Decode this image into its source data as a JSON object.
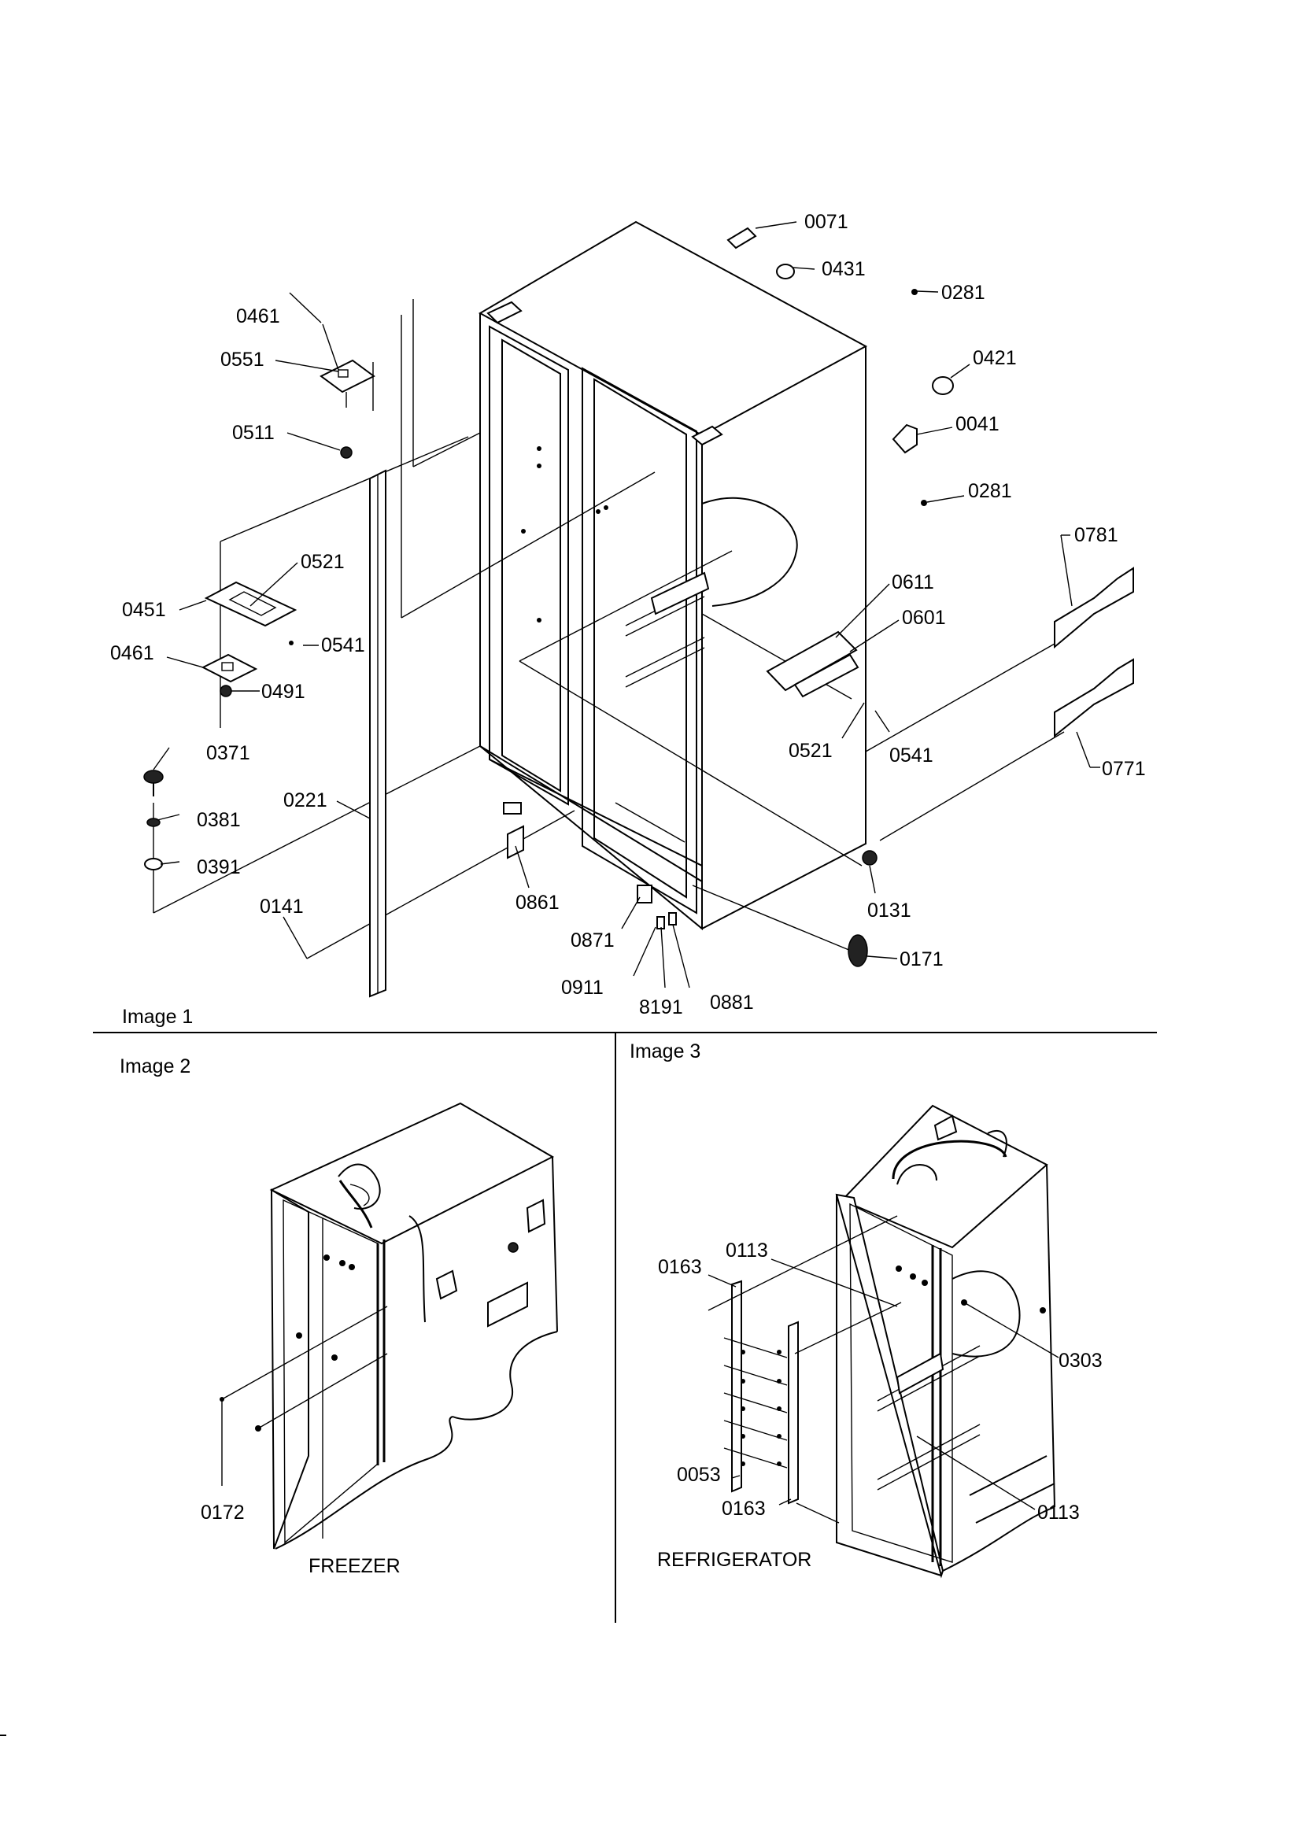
{
  "sections": {
    "image1": "Image 1",
    "image2": "Image 2",
    "image3": "Image 3"
  },
  "captions": {
    "freezer": "FREEZER",
    "refrigerator": "REFRIGERATOR"
  },
  "labels": {
    "p0071": "0071",
    "p0431": "0431",
    "p0281_top": "0281",
    "p0421": "0421",
    "p0041": "0041",
    "p0281_mid": "0281",
    "p0781": "0781",
    "p0611": "0611",
    "p0601": "0601",
    "p0521_right": "0521",
    "p0541_right": "0541",
    "p0771": "0771",
    "p0131": "0131",
    "p0171": "0171",
    "p0881": "0881",
    "p8191": "8191",
    "p0911": "0911",
    "p0871": "0871",
    "p0861": "0861",
    "p0141": "0141",
    "p0221": "0221",
    "p0371": "0371",
    "p0381": "0381",
    "p0391": "0391",
    "p0461_top": "0461",
    "p0551": "0551",
    "p0511": "0511",
    "p0521_left": "0521",
    "p0451": "0451",
    "p0541_left": "0541",
    "p0461_mid": "0461",
    "p0491": "0491",
    "p0172": "0172",
    "p0163_top": "0163",
    "p0113_top": "0113",
    "p0303": "0303",
    "p0053": "0053",
    "p0163_bottom": "0163",
    "p0113_bottom": "0113"
  }
}
